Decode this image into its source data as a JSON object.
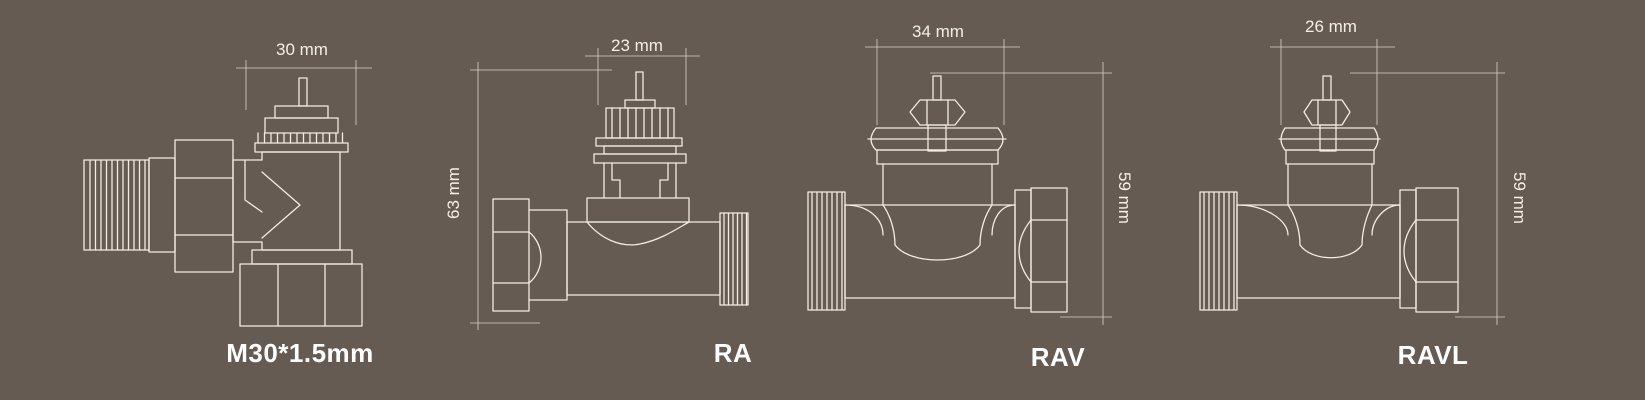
{
  "colors": {
    "background": "#665b52",
    "line": "#f2ece4",
    "label": "#ffffff"
  },
  "valves": [
    {
      "name": "M30*1.5mm",
      "width_dim": "30 mm"
    },
    {
      "name": "RA",
      "width_dim": "23 mm",
      "height_dim": "63 mm"
    },
    {
      "name": "RAV",
      "width_dim": "34 mm",
      "height_dim": "59 mm"
    },
    {
      "name": "RAVL",
      "width_dim": "26 mm",
      "height_dim": "59 mm"
    }
  ]
}
